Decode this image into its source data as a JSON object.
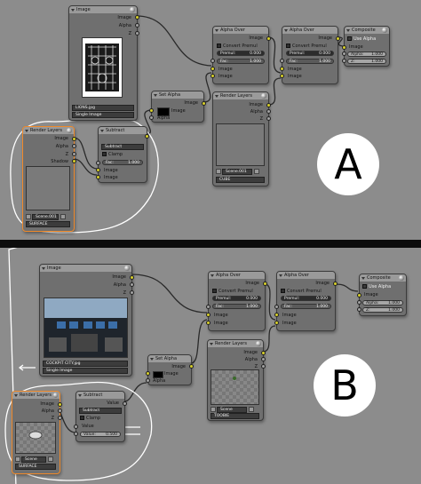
{
  "panel_a": {
    "letter": "A",
    "image_node": {
      "title": "Image",
      "out_image": "Image",
      "out_alpha": "Alpha",
      "out_z": "Z",
      "file": "LIONS.jpg",
      "source": "Single Image"
    },
    "set_alpha": {
      "title": "Set Alpha",
      "out_image": "Image",
      "in_image": "Image",
      "in_alpha": "Alpha"
    },
    "alpha_over_1": {
      "title": "Alpha Over",
      "out_image": "Image",
      "convert_premul": "Convert Premul",
      "premul_label": "Premul:",
      "premul_value": "0.000",
      "fac_label": "Fac:",
      "fac_value": "1.000",
      "in_image1": "Image",
      "in_image2": "Image"
    },
    "alpha_over_2": {
      "title": "Alpha Over",
      "out_image": "Image",
      "convert_premul": "Convert Premul",
      "premul_label": "Premul:",
      "premul_value": "0.000",
      "fac_label": "Fac:",
      "fac_value": "1.000",
      "in_image1": "Image",
      "in_image2": "Image"
    },
    "composite": {
      "title": "Composite",
      "use_alpha": "Use Alpha",
      "in_image": "Image",
      "alpha_label": "Alpha:",
      "alpha_value": "1.000",
      "z_label": "Z:",
      "z_value": "1.000"
    },
    "render_layers_left": {
      "title": "Render Layers",
      "out_image": "Image",
      "out_alpha": "Alpha",
      "out_z": "Z",
      "out_shadow": "Shadow",
      "scene": "Scene.001",
      "layer": "SURFACE"
    },
    "subtract": {
      "title": "Subtract",
      "mode": "Subtract",
      "clamp": "Clamp",
      "fac_label": "Fac:",
      "fac_value": "1.000",
      "in_image1": "Image",
      "in_image2": "Image",
      "out_image": "Image"
    },
    "render_layers_right": {
      "title": "Render Layers",
      "out_image": "Image",
      "out_alpha": "Alpha",
      "out_z": "Z",
      "scene": "Scene.001",
      "layer": "CUBE"
    }
  },
  "panel_b": {
    "letter": "B",
    "image_node": {
      "title": "Image",
      "out_image": "Image",
      "out_alpha": "Alpha",
      "out_z": "Z",
      "file": "COCKPIT CITY.jpg",
      "source": "Single Image"
    },
    "set_alpha": {
      "title": "Set Alpha",
      "out_image": "Image",
      "in_image": "Image",
      "in_alpha": "Alpha"
    },
    "alpha_over_1": {
      "title": "Alpha Over",
      "out_image": "Image",
      "convert_premul": "Convert Premul",
      "premul_label": "Premul:",
      "premul_value": "0.000",
      "fac_label": "Fac:",
      "fac_value": "1.000",
      "in_image1": "Image",
      "in_image2": "Image"
    },
    "alpha_over_2": {
      "title": "Alpha Over",
      "out_image": "Image",
      "convert_premul": "Convert Premul",
      "premul_label": "Premul:",
      "premul_value": "0.000",
      "fac_label": "Fac:",
      "fac_value": "1.000",
      "in_image1": "Image",
      "in_image2": "Image"
    },
    "composite": {
      "title": "Composite",
      "use_alpha": "Use Alpha",
      "in_image": "Image",
      "alpha_label": "Alpha:",
      "alpha_value": "1.000",
      "z_label": "Z:",
      "z_value": "1.000"
    },
    "render_layers_left": {
      "title": "Render Layers",
      "out_image": "Image",
      "out_alpha": "Alpha",
      "out_z": "Z",
      "scene": "Scene",
      "layer": "SURFACE"
    },
    "subtract": {
      "title": "Subtract",
      "out_value": "Value",
      "mode": "Subtract",
      "clamp": "Clamp",
      "in_value": "Value",
      "value_label": "Value:",
      "value_value": "0.500"
    },
    "render_layers_right": {
      "title": "Render Layers",
      "out_image": "Image",
      "out_alpha": "Alpha",
      "out_z": "Z",
      "scene": "Scene",
      "layer": "TOOBIE"
    }
  }
}
